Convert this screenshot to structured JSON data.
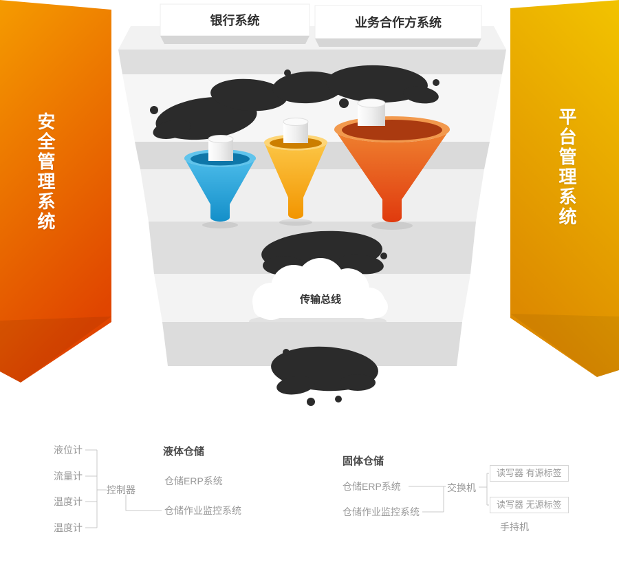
{
  "banners": {
    "left": "安全管理系统",
    "right": "平台管理系统"
  },
  "top_systems": {
    "bank": "银行系统",
    "partner": "业务合作方系统"
  },
  "bus_label": "传输总线",
  "sensor_group": {
    "items": [
      "液位计",
      "流量计",
      "温度计",
      "温度计"
    ],
    "controller": "控制器"
  },
  "liquid_storage": {
    "title": "液体仓储",
    "erp": "仓储ERP系统",
    "monitor": "仓储作业监控系统"
  },
  "solid_storage": {
    "title": "固体仓储",
    "erp": "仓储ERP系统",
    "monitor": "仓储作业监控系统",
    "switch": "交换机",
    "reader_active": "读写器 有源标签",
    "reader_passive": "读写器 无源标签",
    "handheld": "手持机"
  },
  "colors": {
    "left_banner_top": "#F59B00",
    "left_banner_bottom": "#E04500",
    "right_banner_top": "#F2C300",
    "right_banner_bottom": "#DD8A00",
    "funnel_blue": "#1E9FD8",
    "funnel_yellow": "#F5A600",
    "funnel_red": "#E8481A",
    "ink_blob": "#2B2B2B",
    "platform_gray": "#DCDCDC",
    "muted_text": "#9A9A9A"
  }
}
